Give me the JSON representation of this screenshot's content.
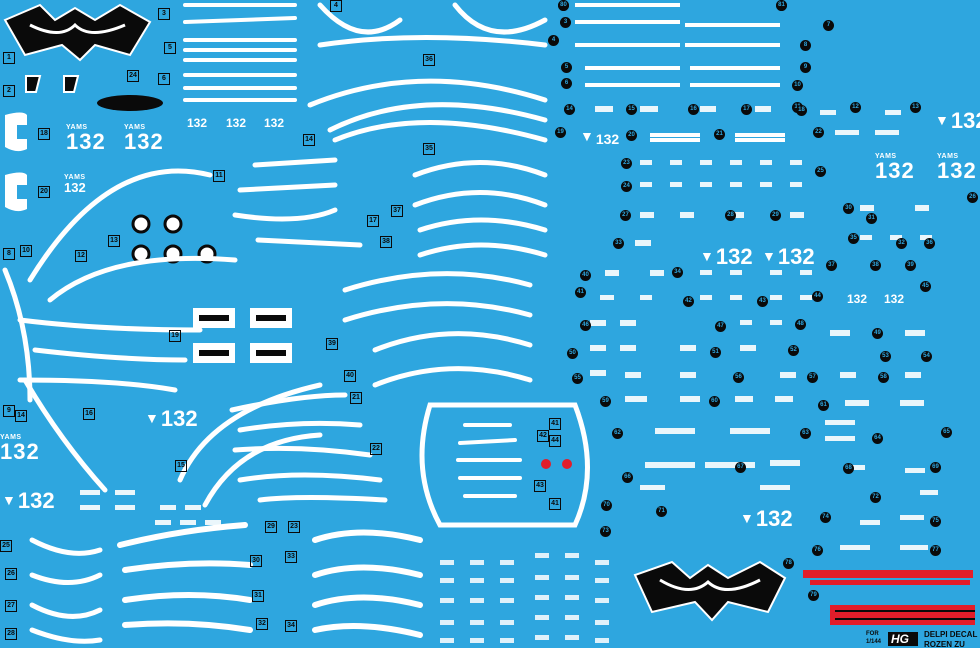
{
  "sheet": {
    "title": "DELPI DECAL",
    "product": "ROZEN ZU",
    "grade": "HG",
    "scale": "1/144",
    "scale_prefix": "FOR",
    "colors": {
      "background": "#2ea6df",
      "decal": "#ffffff",
      "ink": "#0a0a0a",
      "accent": "#e21d2a"
    }
  },
  "labels": {
    "yams": "YAMS",
    "number": "132"
  },
  "numbers": {
    "left_boxes": [
      "1",
      "2",
      "3",
      "4",
      "5",
      "6",
      "8",
      "9",
      "10",
      "11",
      "12",
      "13",
      "14",
      "14",
      "15",
      "16",
      "17",
      "18",
      "19",
      "20",
      "21",
      "22",
      "23",
      "24",
      "25",
      "26",
      "27",
      "28",
      "29",
      "30",
      "31",
      "32",
      "33",
      "34",
      "35",
      "36",
      "37",
      "38",
      "39",
      "40",
      "41",
      "41",
      "42",
      "43",
      "44"
    ],
    "right_circles": [
      "1",
      "2",
      "3",
      "4",
      "5",
      "6",
      "7",
      "8",
      "9",
      "10",
      "11",
      "12",
      "13",
      "14",
      "15",
      "16",
      "17",
      "18",
      "19",
      "20",
      "21",
      "22",
      "23",
      "24",
      "25",
      "26",
      "27",
      "28",
      "29",
      "30",
      "31",
      "32",
      "33",
      "34",
      "35",
      "36",
      "37",
      "38",
      "39",
      "40",
      "41",
      "42",
      "43",
      "44",
      "45",
      "46",
      "47",
      "48",
      "49",
      "50",
      "51",
      "52",
      "53",
      "54",
      "55",
      "56",
      "57",
      "58",
      "59",
      "60",
      "61",
      "62",
      "63",
      "64",
      "65",
      "66",
      "67",
      "68",
      "69",
      "70",
      "71",
      "72",
      "73",
      "74",
      "75",
      "76",
      "77",
      "78",
      "79",
      "80",
      "81"
    ]
  }
}
